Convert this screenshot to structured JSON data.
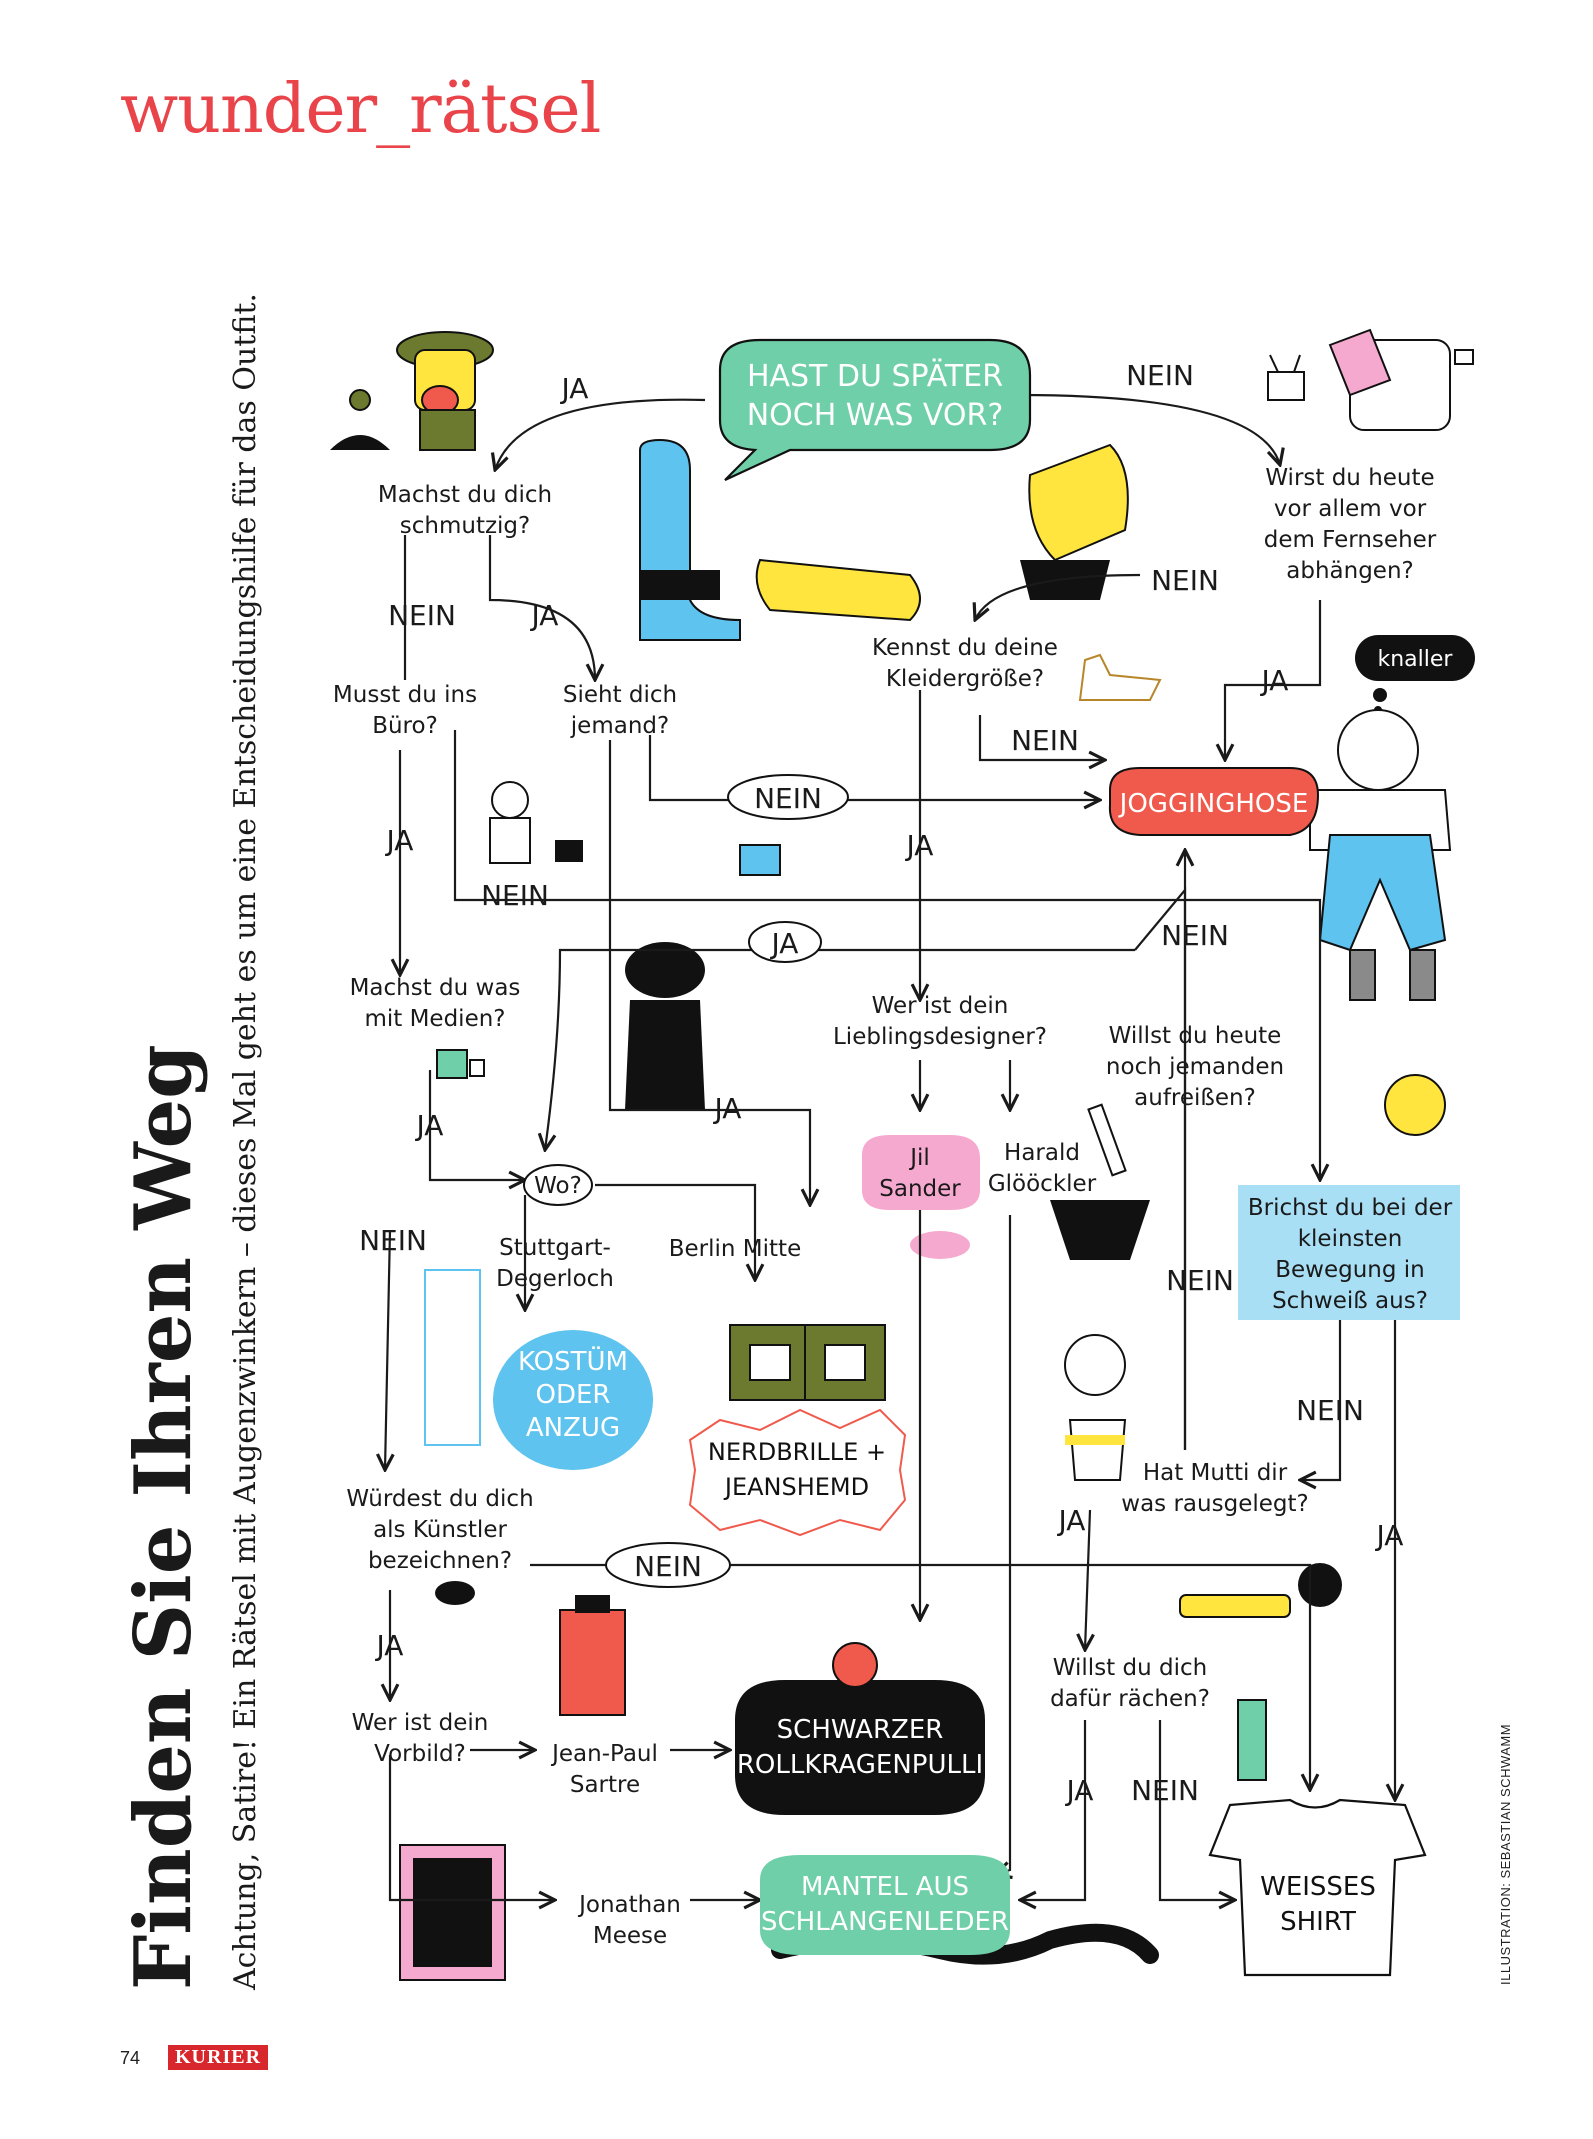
{
  "header": {
    "rubric": "wunder_rätsel"
  },
  "headline": {
    "title": "Finden Sie Ihren Weg",
    "subtitle": "Achtung, Satire! Ein Rätsel mit Augenzwinkern – dieses Mal geht es um eine Entscheidungshilfe für das Outfit."
  },
  "footer": {
    "page_number": "74",
    "brand": "KURIER"
  },
  "credit": "ILLUSTRATION: SEBASTIAN SCHWAMM",
  "colors": {
    "rubric": "#e8444a",
    "green": "#6fcfa8",
    "red": "#f05a4c",
    "blue": "#5ec3ee",
    "pink": "#f6a9cf",
    "black": "#111111"
  },
  "flow": {
    "start": [
      "HAST DU SPÄTER",
      "NOCH WAS VOR?"
    ],
    "answers": {
      "ja": "JA",
      "nein": "NEIN"
    },
    "questions": {
      "q1": [
        "Machst du dich",
        "schmutzig?"
      ],
      "q2": [
        "Wirst du heute",
        "vor allem vor",
        "dem Fernseher",
        "abhängen?"
      ],
      "q3": [
        "Musst du ins",
        "Büro?"
      ],
      "q4": [
        "Sieht dich",
        "jemand?"
      ],
      "q5": [
        "Kennst du deine",
        "Kleidergröße?"
      ],
      "q6": [
        "Machst du was",
        "mit Medien?"
      ],
      "q7": [
        "Wer ist dein",
        "Lieblingsdesigner?"
      ],
      "q8": [
        "Willst du heute",
        "noch jemanden",
        "aufreißen?"
      ],
      "q9": [
        "Brichst du bei der",
        "kleinsten",
        "Bewegung in",
        "Schweiß aus?"
      ],
      "q10": "Wo?",
      "q11": [
        "Würdest du dich",
        "als Künstler",
        "bezeichnen?"
      ],
      "q12": [
        "Hat Mutti dir",
        "was rausgelegt?"
      ],
      "q13": [
        "Willst du dich",
        "dafür rächen?"
      ],
      "q14": [
        "Wer ist dein",
        "Vorbild?"
      ]
    },
    "options": {
      "stuttgart": [
        "Stuttgart-",
        "Degerloch"
      ],
      "berlin": "Berlin Mitte",
      "jil": [
        "Jil",
        "Sander"
      ],
      "harald": [
        "Harald",
        "Glööckler"
      ],
      "sartre": [
        "Jean-Paul",
        "Sartre"
      ],
      "meese": [
        "Jonathan",
        "Meese"
      ]
    },
    "outcomes": {
      "jogging": "JOGGINGHOSE",
      "kostuem": [
        "KOSTÜM",
        "ODER",
        "ANZUG"
      ],
      "nerd": [
        "NERDBRILLE +",
        "JEANSHEMD"
      ],
      "rolli": [
        "SCHWARZER",
        "ROLLKRAGENPULLI"
      ],
      "mantel": [
        "MANTEL AUS",
        "SCHLANGENLEDER"
      ],
      "shirt": [
        "WEISSES",
        "SHIRT"
      ]
    },
    "exclamation": "knaller"
  }
}
